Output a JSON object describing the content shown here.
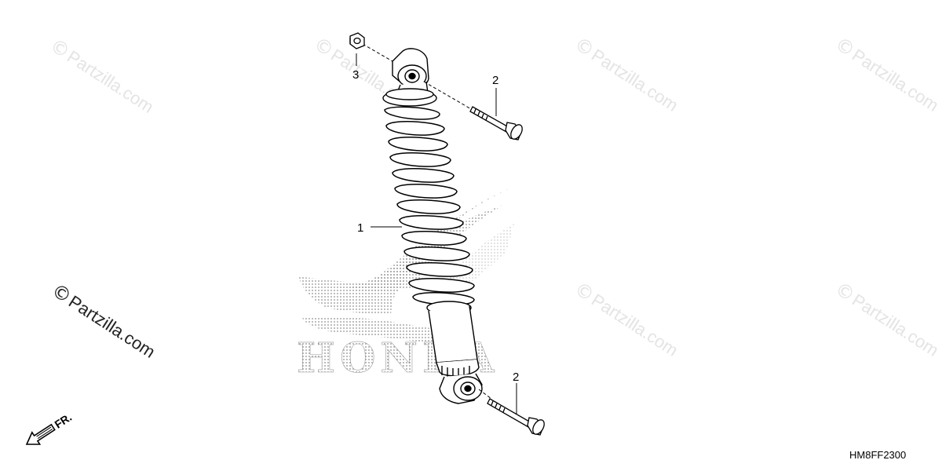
{
  "watermark": {
    "copyright_symbol": "©",
    "text": "Partzilla.com"
  },
  "logo": {
    "text": "HONDA"
  },
  "callouts": {
    "shock_absorber": "1",
    "upper_bolt": "2",
    "lower_bolt": "2",
    "nut": "3"
  },
  "direction_indicator": {
    "label": "FR."
  },
  "diagram_code": "HM8FF2300"
}
